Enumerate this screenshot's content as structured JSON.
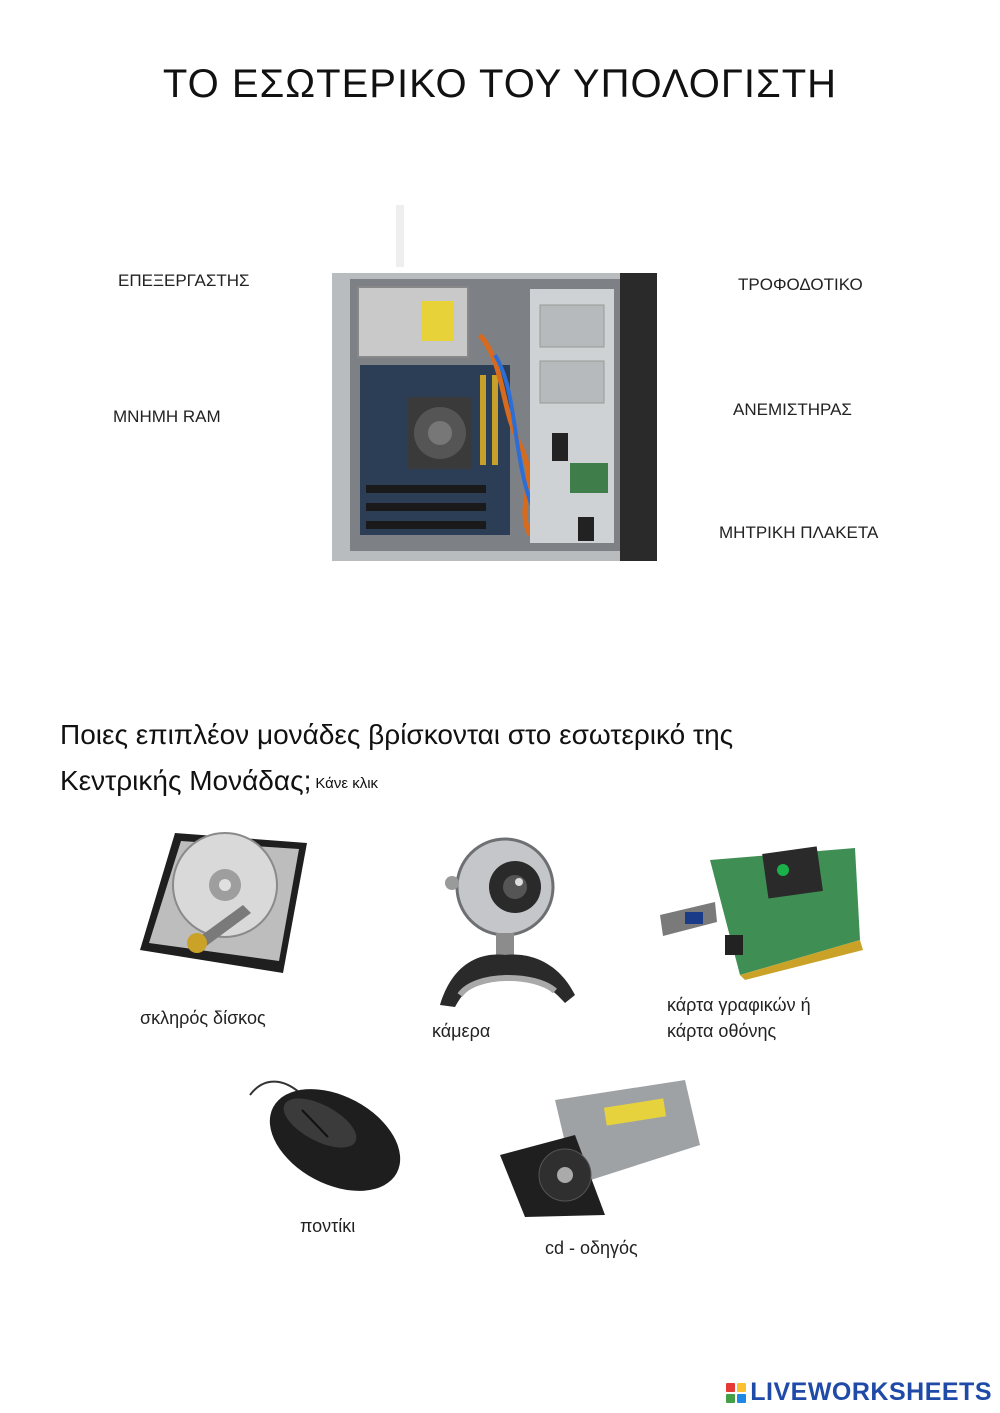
{
  "page": {
    "title": "ΤΟ ΕΣΩΤΕΡΙΚΟ ΤΟΥ ΥΠΟΛΟΓΙΣΤΗ"
  },
  "labels": {
    "cpu": "ΕΠΕΞΕΡΓΑΣΤΗΣ",
    "ram": "ΜΝΗΜΗ RAM",
    "psu": "ΤΡΟΦΟΔΟΤΙΚΟ",
    "fan": "ΑΝΕΜΙΣΤΗΡΑΣ",
    "motherboard": "ΜΗΤΡΙΚΗ ΠΛΑΚΕΤΑ"
  },
  "question": {
    "line1": "Ποιες επιπλέον μονάδες βρίσκονται στο εσωτερικό της",
    "line2": "Κεντρικής Μονάδας;",
    "hint": "Κάνε κλικ"
  },
  "items": {
    "hdd": "σκληρός δίσκος",
    "camera": "κάμερα",
    "gpu_line1": "κάρτα γραφικών ή",
    "gpu_line2": "κάρτα οθόνης",
    "mouse": "ποντίκι",
    "cd": "cd - οδηγός"
  },
  "branding": {
    "logo_text": "LIVEWORKSHEETS",
    "logo_colors": [
      "#e53935",
      "#fbc02d",
      "#43a047",
      "#1e88e5"
    ]
  }
}
